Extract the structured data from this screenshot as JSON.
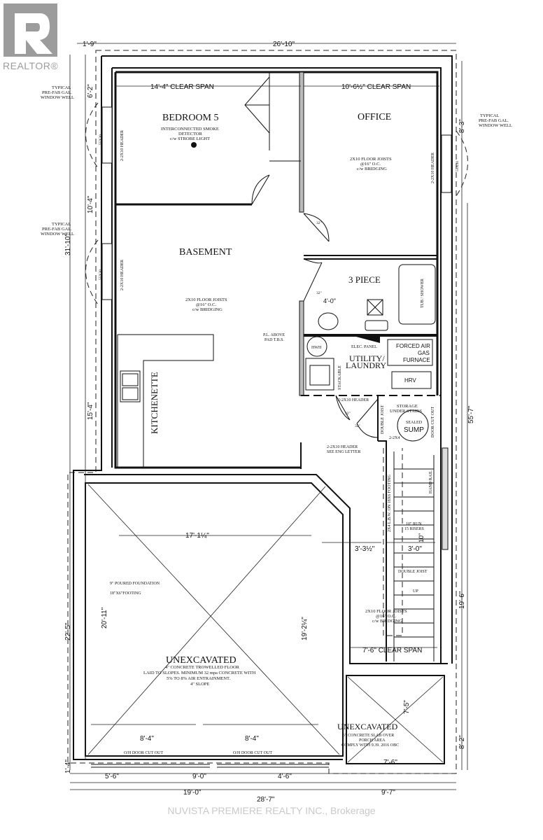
{
  "logo": {
    "text": "REALTOR®"
  },
  "watermark": "NUVISTA PREMIERE REALTY INC., Brokerage",
  "rooms": {
    "bedroom": "BEDROOM 5",
    "bedroom_note1": "INTERCONNECTED SMOKE",
    "bedroom_note2": "DETECTOR",
    "bedroom_note3": "c/w STROBE LIGHT",
    "office": "OFFICE",
    "basement": "BASEMENT",
    "three_piece": "3 PIECE",
    "utility1": "UTILITY/",
    "utility2": "LAUNDRY",
    "kitchenette": "KITCHENETTE",
    "storage1": "STORAGE",
    "storage2": "UNDER STAIRS",
    "unexcavated": "UNEXCAVATED",
    "unexcavated_note1": "4\" CONCRETE TROWELLED FLOOR",
    "unexcavated_note2": "LAID TO SLOPES. MINIMUM 32 mpa CONCRETE WITH",
    "unexcavated_note3": "5% TO 8% AIR ENTRAINMENT.",
    "unexcavated_note4": "4\" SLOPE",
    "porch": "UNEXCAVATED",
    "porch_note1": "6\" CONCRETE SLAB OVER",
    "porch_note2": "PORCH AREA",
    "porch_note3": "COMPLY WITH 9.39. 2016 OBC"
  },
  "notes": {
    "joists1": "2X10 FLOOR JOISTS",
    "joists2": "@16\" O.C.",
    "joists3": "c/w BRIDGING",
    "window_well1": "TYPICAL",
    "window_well2": "PRE-FAB GAL.",
    "window_well3": "WINDOW WELL",
    "header": "2-2X10 HEADER",
    "window_size": "55X30",
    "pl_above1": "P.L. ABOVE",
    "pl_above2": "PAD T.B.S.",
    "hwh": "HWH",
    "elec_panel": "ELEC. PANEL",
    "furnace1": "FORCED AIR",
    "furnace2": "GAS",
    "furnace3": "FURNACE",
    "hrv": "HRV",
    "stackable": "STACKABLE",
    "tub": "TUB / SHOWER",
    "sealed": "SEALED",
    "sump": "SUMP",
    "door_cut_out": "DOOR CUT OUT",
    "double_joist": "DOUBLE JOIST",
    "header_eng1": "2-2X10 HEADER",
    "header_eng2": "SEE ENG LETTER",
    "two_by_four": "2-2X4",
    "lbw": "2X4 L.B.W. ON 18X6 FOOTING",
    "hand_rail": "HAND RAIL",
    "run1": "10\" RUN",
    "run2": "15 RISERS",
    "up": "UP",
    "foundation": "9\" POURED FOUNDATION",
    "footing": "18\"X6\"FOOTING",
    "oh_door": "O/H DOOR CUT OUT",
    "door_32": "32\""
  },
  "dimensions": {
    "top_total": "26'-10\"",
    "top_left": "1'-9\"",
    "bedroom_span": "14'-4\" CLEAR SPAN",
    "office_span": "10'-6½\" CLEAR SPAN",
    "left_a": "6'-2\"",
    "left_b": "10'-4\"",
    "left_total": "31'-10\"",
    "left_c": "15'-4\"",
    "left_d": "22'-5\"",
    "left_e": "1'-4\"",
    "right_a": "8'-3\"",
    "right_total": "55'-7\"",
    "right_b": "19'-6\"",
    "right_c": "8'-2\"",
    "porch_h": "7'-5\"",
    "porch_w": "7'-6\"",
    "bath_w": "4'-0\"",
    "garage_w": "17'-1¼\"",
    "garage_h": "20'-11\"",
    "garage_h2": "19'-2¼\"",
    "door_a": "8'-4\"",
    "door_b": "8'-4\"",
    "stair_gap": "3'-3½\"",
    "stair_w": "3'-0\"",
    "stair_run": "10\"",
    "lower_span": "7'-6\" CLEAR SPAN",
    "bottom_a": "5'-6\"",
    "bottom_b": "9'-0\"",
    "bottom_c": "4'-6\"",
    "bottom_left": "19'-0\"",
    "bottom_right": "9'-7\"",
    "bottom_total": "28'-7\""
  }
}
